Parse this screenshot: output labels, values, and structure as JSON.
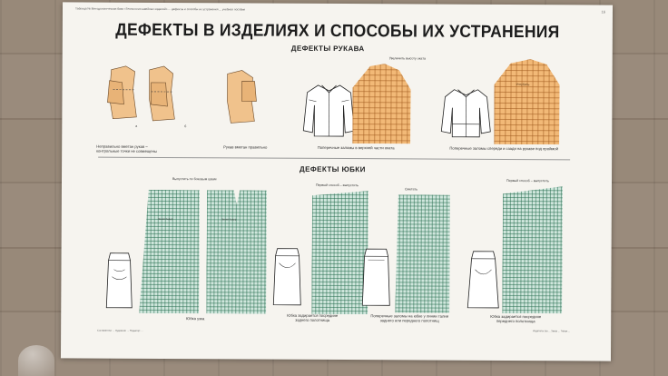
{
  "poster": {
    "header_small": "Таблица № Методологическая база «Технология швейных изделий» ... дефекты и способы их устранения ... учебное пособие",
    "page_number": "16",
    "title": "ДЕФЕКТЫ В ИЗДЕЛИЯХ И СПОСОБЫ ИХ УСТРАНЕНИЯ",
    "sleeve_section": {
      "heading": "ДЕФЕКТЫ РУКАВА",
      "figure_labels": [
        "а",
        "б"
      ],
      "caption_1": "Неправильно вметан рукав – контрольные точки не совмещены",
      "caption_2": "Рукав вметан правильно",
      "caption_3": "Поперечные заломы в верхней части оката",
      "caption_4": "Поперечные заломы спереди и сзади на рукаве под проймой",
      "note_top": "Увеличить высоту оката",
      "note_right": "Углубить"
    },
    "skirt_section": {
      "heading": "ДЕФЕКТЫ ЮБКИ",
      "note_1": "Выпустить по боковым швам",
      "note_2": "Первый способ – выпустить",
      "note_3": "Сметать",
      "note_4": "Первый способ – выпустить",
      "line_label": "Линия бедер",
      "caption_1": "Юбка узка",
      "caption_2": "Юбка задирается посредине заднего полотнища",
      "caption_3": "Поперечные заломы на юбке у линии талии заднего или переднего полотнищ",
      "caption_4": "Юбка задирается посредине переднего полотнища"
    },
    "footer_left": "Составители: ... Художник: ... Редактор: ...",
    "footer_right": "Издательство ... Заказ ... Тираж ..."
  },
  "colors": {
    "paper": "#f6f4ef",
    "orange_grid": "#f2b977",
    "green_grid": "#cfe6dc",
    "ink": "#1c1c1c"
  }
}
